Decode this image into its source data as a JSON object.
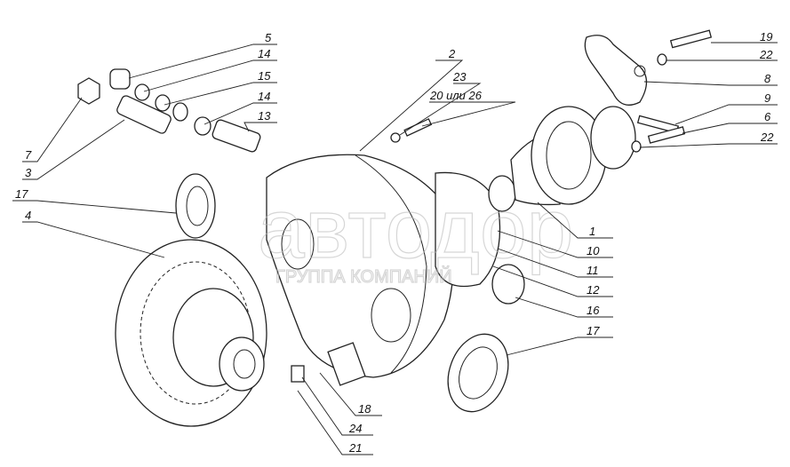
{
  "diagram": {
    "title": "Exploded view of rear axle differential with final drive",
    "watermark": {
      "brand": "автодор",
      "tagline": "ГРУППА КОМПАНИЙ"
    },
    "labels": [
      "5",
      "14",
      "15",
      "14",
      "13",
      "7",
      "3",
      "17",
      "4",
      "2",
      "23",
      "20 или 26",
      "19",
      "22",
      "8",
      "9",
      "6",
      "22",
      "1",
      "10",
      "11",
      "12",
      "16",
      "17",
      "18",
      "24",
      "21"
    ]
  }
}
